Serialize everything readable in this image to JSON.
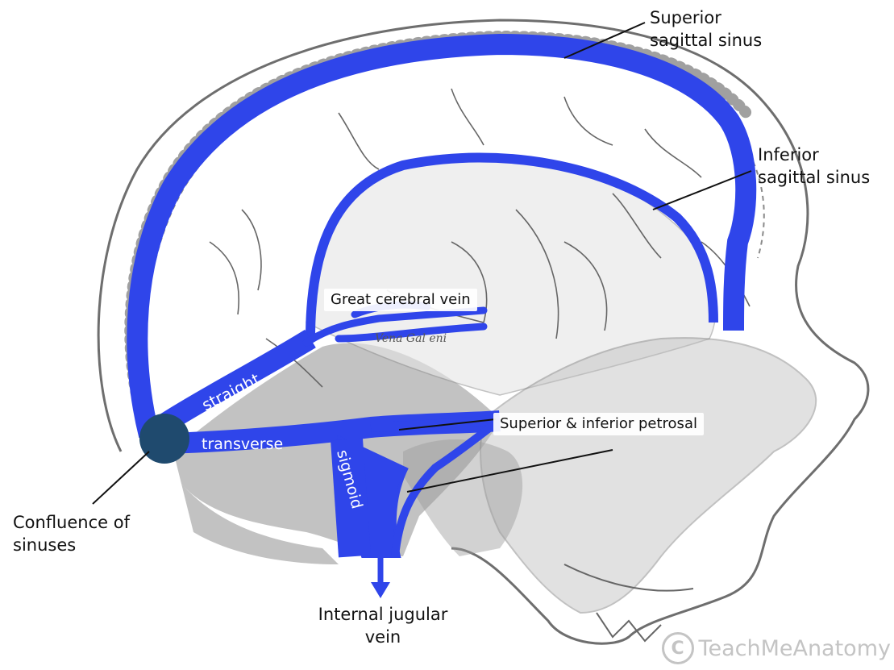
{
  "colors": {
    "sinus_blue": "#2f45ea",
    "confluence_dark": "#1f4a6e",
    "skull_ink": "#7a7a7a",
    "shading": "#8c8c8c",
    "label_text": "#111111",
    "watermark": "#c4c4c4"
  },
  "labels": {
    "superior_sagittal": [
      "Superior",
      "sagittal sinus"
    ],
    "inferior_sagittal": [
      "Inferior",
      "sagittal sinus"
    ],
    "great_cerebral_vein": "Great cerebral vein",
    "petrosal": "Superior & inferior petrosal",
    "confluence": [
      "Confluence of",
      "sinuses"
    ],
    "internal_jugular": [
      "Internal jugular",
      "vein"
    ],
    "straight": "straight",
    "transverse": "transverse",
    "sigmoid": "sigmoid",
    "engraving_text": "Vena Gal eni"
  },
  "watermark": {
    "symbol": "C",
    "text": "TeachMeAnatomy"
  }
}
